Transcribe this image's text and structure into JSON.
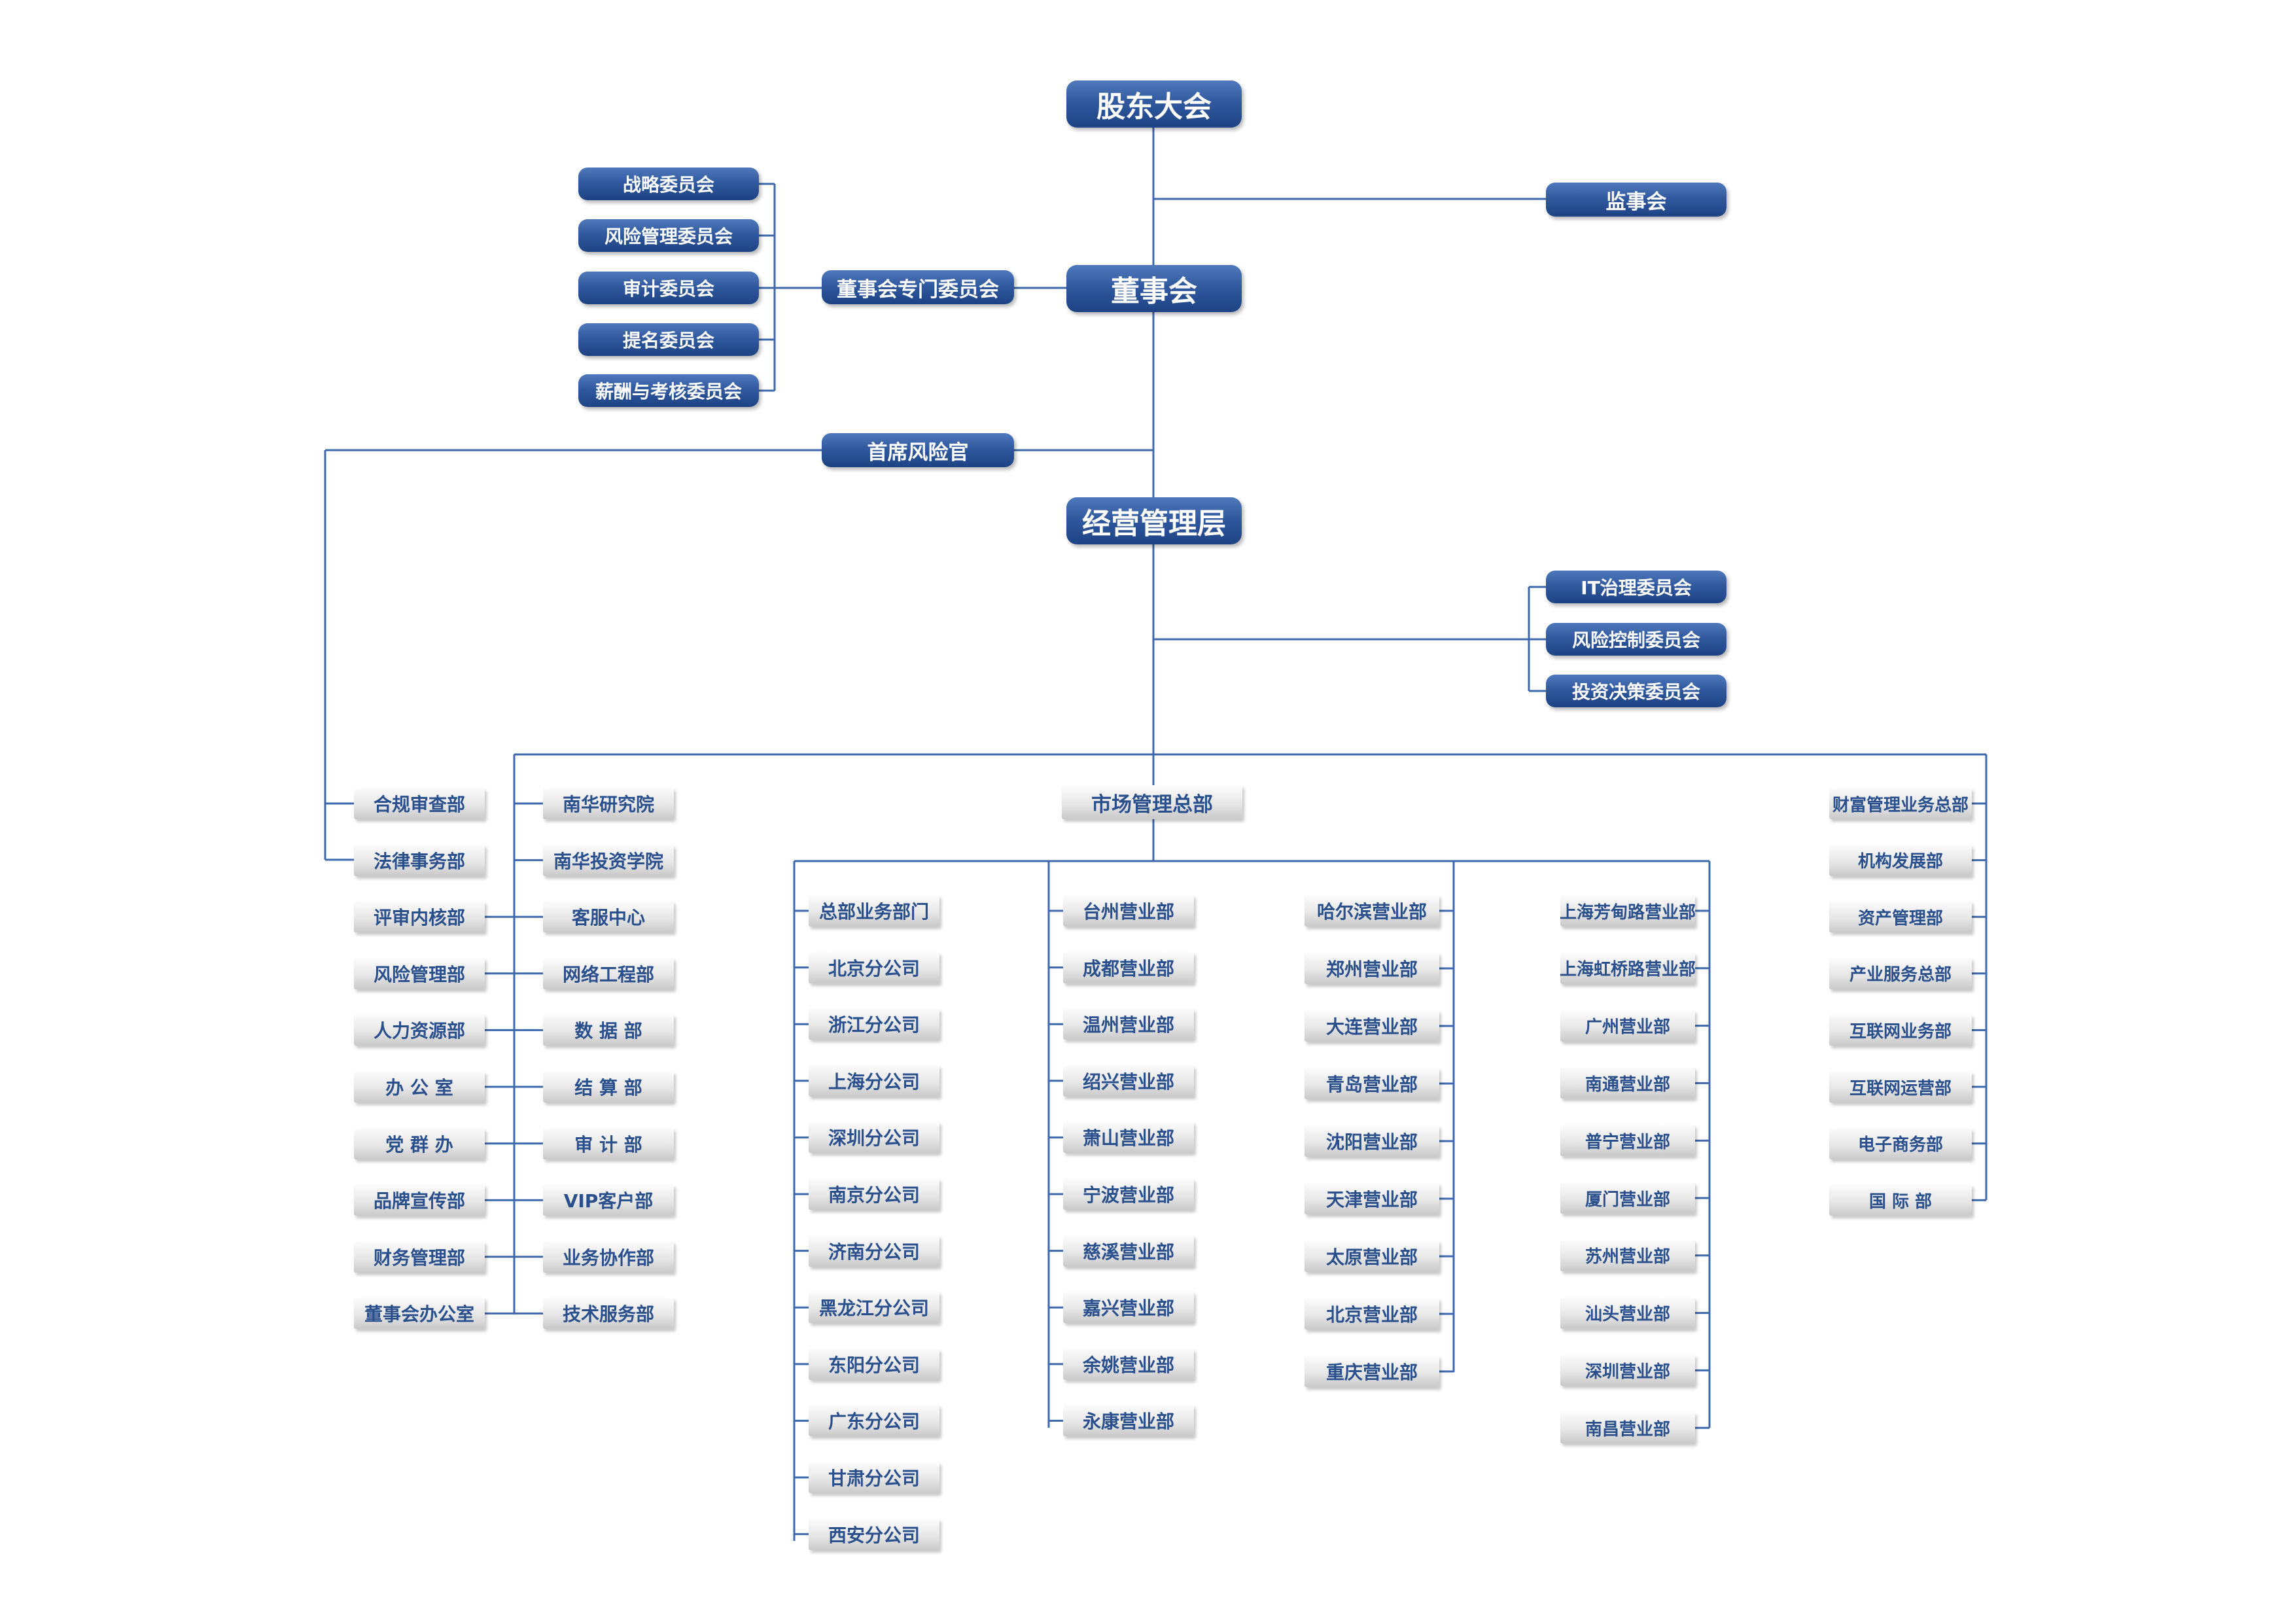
{
  "diagram": {
    "top": {
      "shareholders": "股东大会",
      "board": "董事会",
      "management": "经营管理层",
      "supervisors": "监事会"
    },
    "board_committee_group": "董事会专门委员会",
    "board_committees": [
      "战略委员会",
      "风险管理委员会",
      "审计委员会",
      "提名委员会",
      "薪酬与考核委员会"
    ],
    "chief_risk_officer": "首席风险官",
    "management_committees": [
      "IT治理委员会",
      "风险控制委员会",
      "投资决策委员会"
    ],
    "left_departments_col1": [
      "合规审查部",
      "法律事务部",
      "评审内核部",
      "风险管理部",
      "人力资源部",
      "办 公 室",
      "党 群 办",
      "品牌宣传部",
      "财务管理部",
      "董事会办公室"
    ],
    "left_departments_col2": [
      "南华研究院",
      "南华投资学院",
      "客服中心",
      "网络工程部",
      "数 据 部",
      "结 算 部",
      "审 计 部",
      "VIP客户部",
      "业务协作部",
      "技术服务部"
    ],
    "market_head": "市场管理总部",
    "market_col1": [
      "总部业务部门",
      "北京分公司",
      "浙江分公司",
      "上海分公司",
      "深圳分公司",
      "南京分公司",
      "济南分公司",
      "黑龙江分公司",
      "东阳分公司",
      "广东分公司",
      "甘肃分公司",
      "西安分公司"
    ],
    "market_col2": [
      "台州营业部",
      "成都营业部",
      "温州营业部",
      "绍兴营业部",
      "萧山营业部",
      "宁波营业部",
      "慈溪营业部",
      "嘉兴营业部",
      "余姚营业部",
      "永康营业部"
    ],
    "market_col3": [
      "哈尔滨营业部",
      "郑州营业部",
      "大连营业部",
      "青岛营业部",
      "沈阳营业部",
      "天津营业部",
      "太原营业部",
      "北京营业部",
      "重庆营业部"
    ],
    "market_col4": [
      "上海芳甸路营业部",
      "上海虹桥路营业部",
      "广州营业部",
      "南通营业部",
      "普宁营业部",
      "厦门营业部",
      "苏州营业部",
      "汕头营业部",
      "深圳营业部",
      "南昌营业部"
    ],
    "right_departments": [
      "财富管理业务总部",
      "机构发展部",
      "资产管理部",
      "产业服务总部",
      "互联网业务部",
      "互联网运营部",
      "电子商务部",
      "国 际 部"
    ]
  },
  "colors": {
    "node_blue": "#2f579c",
    "node_text_gray": "#2a4f8d",
    "connector": "#3e68ad"
  }
}
